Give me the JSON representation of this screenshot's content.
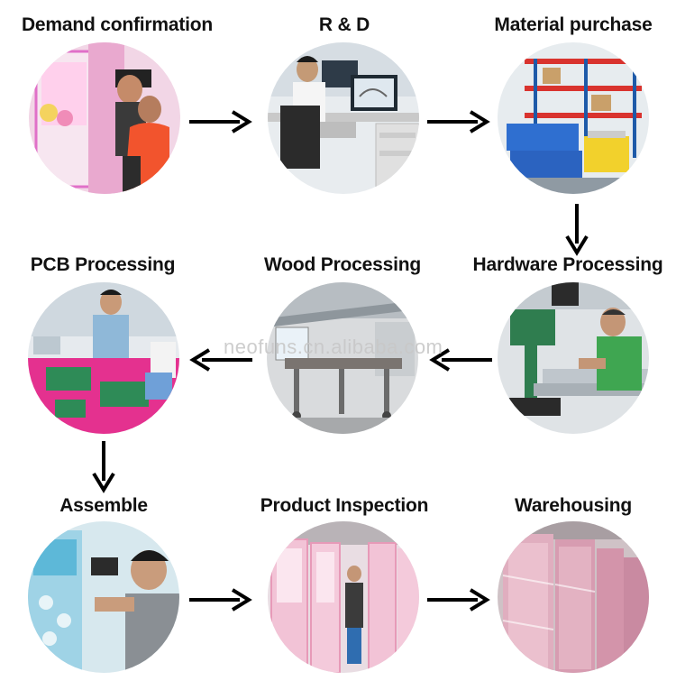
{
  "steps": [
    {
      "label": "Demand confirmation",
      "photo_icon": "arcade-customer-photo"
    },
    {
      "label": "R & D",
      "photo_icon": "engineer-computer-photo"
    },
    {
      "label": "Material purchase",
      "photo_icon": "warehouse-shelves-photo"
    },
    {
      "label": "Hardware Processing",
      "photo_icon": "drill-press-worker-photo"
    },
    {
      "label": "Wood Processing",
      "photo_icon": "wood-workshop-photo"
    },
    {
      "label": "PCB Processing",
      "photo_icon": "pcb-worker-photo"
    },
    {
      "label": "Assemble",
      "photo_icon": "assembly-worker-photo"
    },
    {
      "label": "Product Inspection",
      "photo_icon": "claw-machines-photo"
    },
    {
      "label": "Warehousing",
      "photo_icon": "wrapped-machines-photo"
    }
  ],
  "watermark": "neofuns.cn.alibaba.com",
  "colors": {
    "arrow": "#000000",
    "text": "#111111",
    "watermark": "#c8c8c8"
  }
}
